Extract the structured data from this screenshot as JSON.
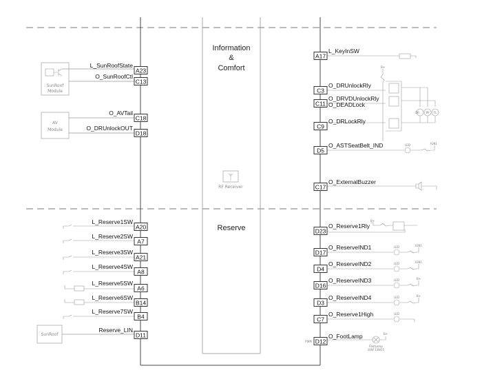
{
  "sections": {
    "top": "Information & Comfort",
    "top_lines": [
      "Information",
      "&",
      "Comfort"
    ],
    "bottom": "Reserve"
  },
  "modules": {
    "sunroof_module": [
      "SunRoof",
      "Module"
    ],
    "av_module": [
      "AV",
      "Module"
    ],
    "sunroof": "SunRoof",
    "rf_receiver": "RF  Receiver"
  },
  "left_top_pins": [
    {
      "pin": "A23",
      "signal": "L_SunRoofState"
    },
    {
      "pin": "C13",
      "signal": "O_SunRoofCtl"
    },
    {
      "pin": "C18",
      "signal": "O_AVTail"
    },
    {
      "pin": "D18",
      "signal": "O_DRUnlockOUT"
    }
  ],
  "left_bottom_pins": [
    {
      "pin": "A20",
      "signal": "L_Reserve1SW"
    },
    {
      "pin": "A7",
      "signal": "L_Reserve2SW"
    },
    {
      "pin": "A21",
      "signal": "L_Reserve3SW"
    },
    {
      "pin": "A8",
      "signal": "L_Reserve4SW"
    },
    {
      "pin": "A6",
      "signal": "L_Reserve5SW"
    },
    {
      "pin": "B14",
      "signal": "L_Reserve6SW"
    },
    {
      "pin": "B4",
      "signal": "L_Reserve7SW"
    },
    {
      "pin": "D11",
      "signal": "Reserve_LIN"
    }
  ],
  "right_top_pins": [
    {
      "pin": "A17",
      "signal": "L_KeyInSW"
    },
    {
      "pin": "C3",
      "signal": "O_DRUnlockRly"
    },
    {
      "pin": "C11",
      "signal": "O_DRVDUnlockRly",
      "signal2": "O_DEADLock"
    },
    {
      "pin": "C9",
      "signal": "O_DRLockRly"
    },
    {
      "pin": "D5",
      "signal": "O_ASTSeatBelt_IND"
    },
    {
      "pin": "C17",
      "signal": "O_ExternalBuzzer"
    }
  ],
  "right_bottom_pins": [
    {
      "pin": "D23",
      "signal": "O_Reserve1Rly"
    },
    {
      "pin": "D17",
      "signal": "O_ReserveIND1"
    },
    {
      "pin": "D4",
      "signal": "O_ReserveIND2"
    },
    {
      "pin": "D16",
      "signal": "O_ReserveIND3"
    },
    {
      "pin": "D3",
      "signal": "O_ReserveIND4"
    },
    {
      "pin": "C7",
      "signal": "O_Reserve1High"
    },
    {
      "pin": "D12",
      "signal": "O_FootLamp",
      "prefix": "PWM"
    }
  ],
  "component_labels": {
    "led": "LED",
    "ign1": "IGN1",
    "bplus": "B+",
    "motors": [
      "DR",
      "PP",
      "FL"
    ],
    "footlamp": [
      "FootLamp",
      "10W 13W21"
    ]
  }
}
